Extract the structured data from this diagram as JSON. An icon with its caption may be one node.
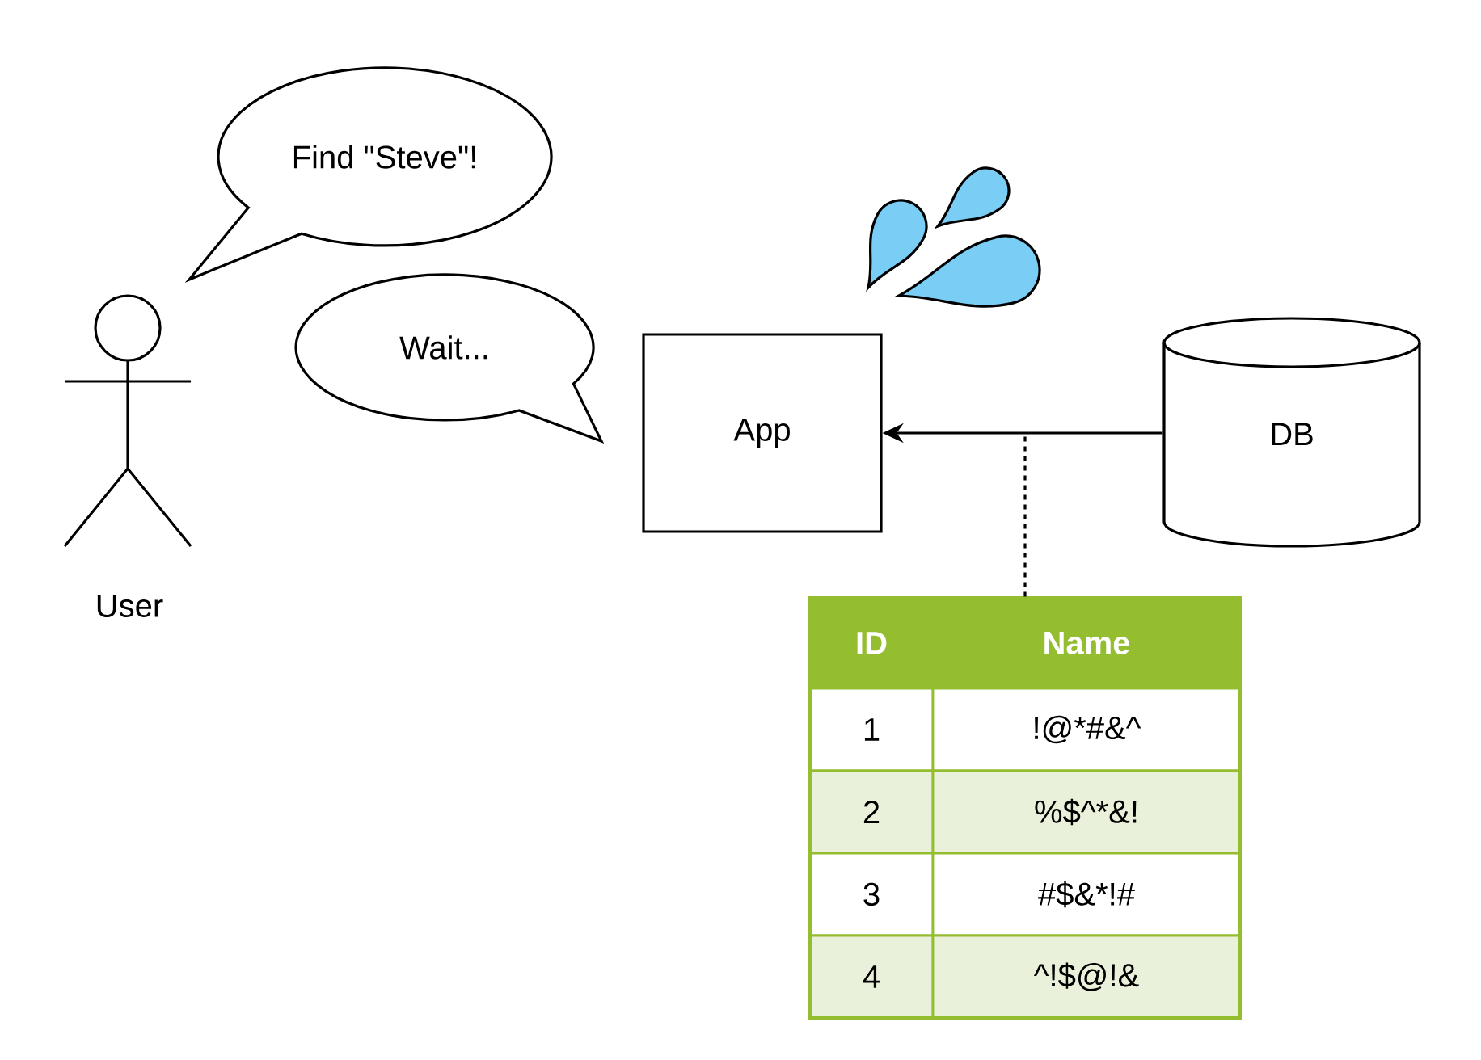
{
  "diagram": {
    "nodes": [
      {
        "text": [
          "User"
        ]
      },
      {
        "text": [
          "Find \"Steve\"!"
        ]
      },
      {
        "text": [
          "Wait..."
        ]
      },
      {
        "text": [
          "App"
        ]
      },
      {
        "text": [
          "DB"
        ]
      },
      {
        "text": [
          "ID",
          "Name",
          "1",
          "!@*#&^",
          "2",
          "%$^*&!",
          "3",
          "#$&*!#",
          "4",
          "^!$@!&"
        ]
      }
    ],
    "edges": [
      {
        "from": 4,
        "to": 3,
        "arrow": "to"
      },
      {
        "from": 5,
        "to": null,
        "arrow": "none",
        "style": "dashed"
      }
    ]
  }
}
